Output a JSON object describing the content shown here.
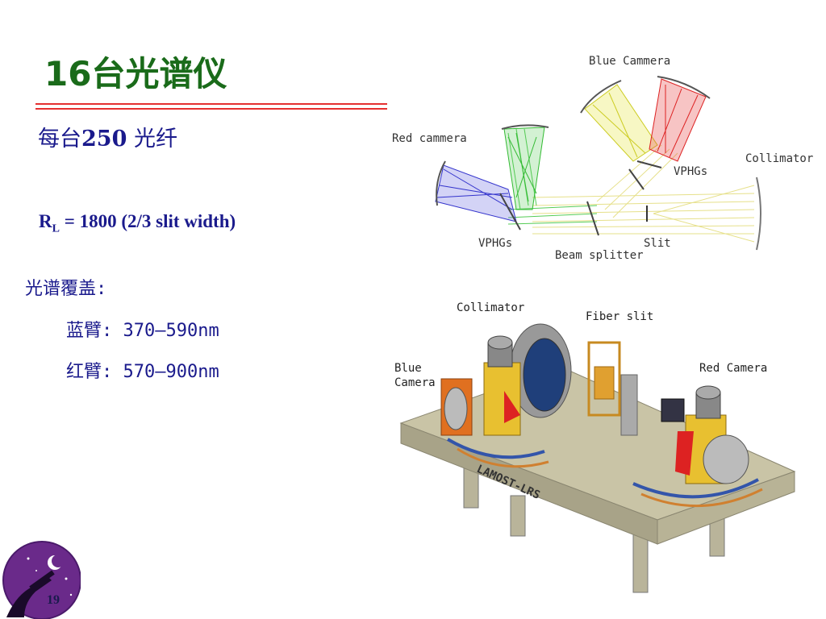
{
  "slide": {
    "title": "16台光谱仪",
    "line1_prefix": "每台",
    "line1_number": "250",
    "line1_suffix": " 光纤",
    "rl_main": "R",
    "rl_sub": "L",
    "rl_rest": " = 1800 (2/3 slit width)",
    "coverage_heading": "光谱覆盖:",
    "blue_arm": "蓝臂: 370—590nm",
    "red_arm": "红臂: 570—900nm",
    "page_number": "19"
  },
  "optics_diagram": {
    "blue_camera": "Blue Cammera",
    "red_camera": "Red cammera",
    "collimator": "Collimator",
    "vphgs_right": "VPHGs",
    "vphgs_left": "VPHGs",
    "slit": "Slit",
    "beam_splitter": "Beam splitter"
  },
  "hardware_diagram": {
    "collimator": "Collimator",
    "fiber_slit": "Fiber slit",
    "blue_camera_line1": "Blue",
    "blue_camera_line2": "Camera",
    "red_camera": "Red Camera",
    "bench_label": "LAMOST-LRS"
  },
  "colors": {
    "title_green": "#1a6b1a",
    "text_blue": "#1a1a8c",
    "rule_red": "#e53030"
  }
}
